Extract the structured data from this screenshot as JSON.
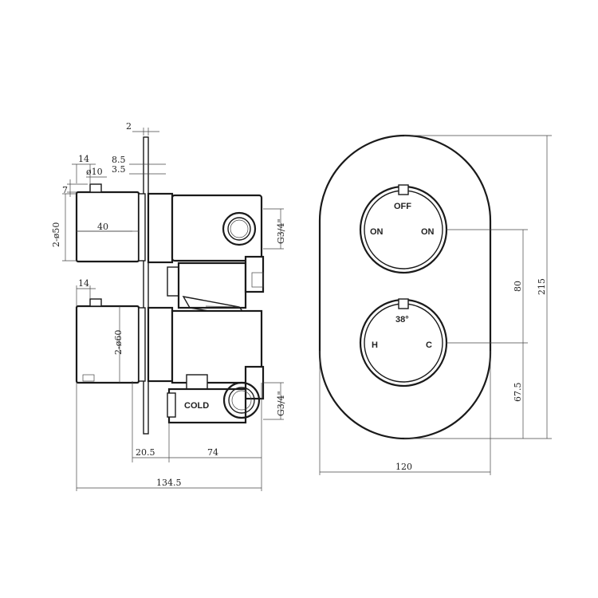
{
  "side_view": {
    "dims": {
      "plate_thickness": "2",
      "d1": "8.5",
      "d2": "3.5",
      "pin_offset": "14",
      "pin_dia": "ø10",
      "pin_height": "7",
      "top_knob_dia": "2-ø50",
      "top_knob_len": "40",
      "bottom_pin_offset": "14",
      "bottom_knob_dia": "2-ø60",
      "inlet_top": "G3/4\"",
      "inlet_bottom": "G3/4\"",
      "front_depth": "20.5",
      "body_depth": "74",
      "total_depth": "134.5"
    },
    "cold_label": "COLD"
  },
  "front_view": {
    "top_dial": {
      "top": "OFF",
      "left": "ON",
      "right": "ON"
    },
    "bottom_dial": {
      "top": "38°",
      "left": "H",
      "right": "C"
    },
    "dims": {
      "width": "120",
      "height": "215",
      "center_distance": "80",
      "bottom_offset": "67.5"
    }
  }
}
